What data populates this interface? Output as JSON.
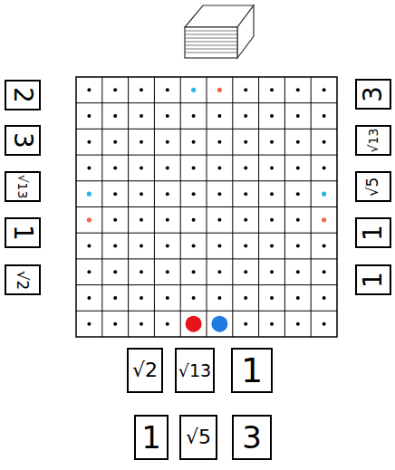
{
  "diagram": {
    "nodes": [
      {
        "text": [
          "2"
        ]
      },
      {
        "text": [
          "3"
        ]
      },
      {
        "text": [
          "3"
        ]
      },
      {
        "text": [
          "√13"
        ]
      },
      {
        "text": [
          "√13"
        ]
      },
      {
        "text": [
          "√5"
        ]
      },
      {
        "text": [
          "1"
        ]
      },
      {
        "text": [
          "1"
        ]
      },
      {
        "text": [
          "√2"
        ]
      },
      {
        "text": [
          "1"
        ]
      },
      {
        "text": [
          "√2"
        ]
      },
      {
        "text": [
          "√13"
        ]
      },
      {
        "text": [
          "1"
        ]
      },
      {
        "text": [
          "1"
        ]
      },
      {
        "text": [
          "√5"
        ]
      },
      {
        "text": [
          "3"
        ]
      }
    ]
  }
}
